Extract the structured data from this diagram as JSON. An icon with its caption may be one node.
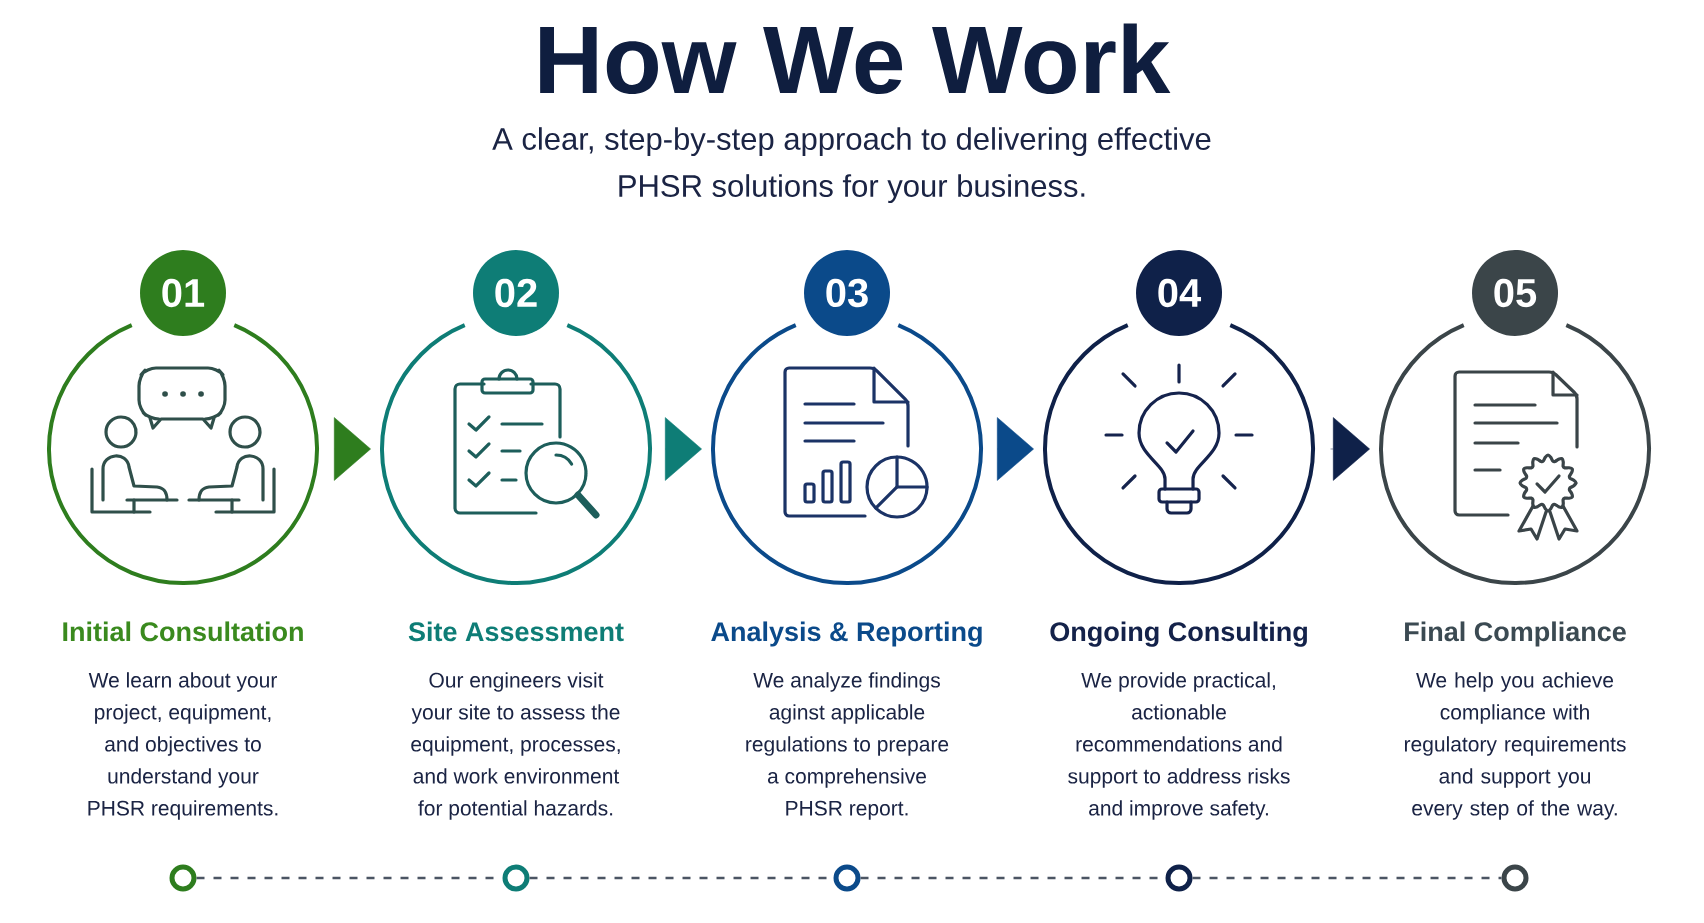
{
  "diagram": {
    "title": "How We Work",
    "nodes": [
      {
        "text": [
          "01"
        ]
      },
      {
        "text": [
          "Initial Consultation",
          "We learn about your project, equipment, and objectives to understand your PHSR requirements."
        ]
      },
      {
        "text": [
          "02"
        ]
      },
      {
        "text": [
          "Site Assessment",
          "Our engineers visit your site to assess the equipment, processes, and work environment for potential hazards."
        ]
      },
      {
        "text": [
          "03"
        ]
      },
      {
        "text": [
          "Analysis & Reporting",
          "We analyze findings aginst applicable regulations to prepare a comprehensive PHSR report."
        ]
      },
      {
        "text": [
          "04"
        ]
      },
      {
        "text": [
          "Ongoing Consulting",
          "We provide practical, actionable recommendations and support to address risks and improve safety."
        ]
      },
      {
        "text": [
          "05"
        ]
      },
      {
        "text": [
          "Final Compliance",
          "We help you achieve compliance with regulatory requirements and support you every step of the way."
        ]
      },
      {
        "text": [],
        "shape": "circle"
      },
      {
        "text": [],
        "shape": "circle"
      },
      {
        "text": [],
        "shape": "circle"
      },
      {
        "text": [],
        "shape": "circle"
      },
      {
        "text": [],
        "shape": "circle"
      }
    ],
    "edges": [
      {
        "from": 1,
        "to": 3,
        "arrow": "to",
        "color": "#2e7d1e"
      },
      {
        "from": 3,
        "to": 5,
        "arrow": "to",
        "color": "#0e7d76"
      },
      {
        "from": 5,
        "to": 7,
        "arrow": "to",
        "color": "#0b4a8a"
      },
      {
        "from": 7,
        "to": 9,
        "arrow": "to",
        "color": "#0f2149"
      },
      {
        "from": 10,
        "to": 11,
        "arrow": "none",
        "style": "dashed"
      },
      {
        "from": 11,
        "to": 12,
        "arrow": "none",
        "style": "dashed"
      },
      {
        "from": 12,
        "to": 13,
        "arrow": "none",
        "style": "dashed"
      },
      {
        "from": 13,
        "to": 14,
        "arrow": "none",
        "style": "dashed"
      }
    ],
    "labels": [
      "A clear, step-by-step approach to delivering effective PHSR solutions for your business."
    ]
  }
}
